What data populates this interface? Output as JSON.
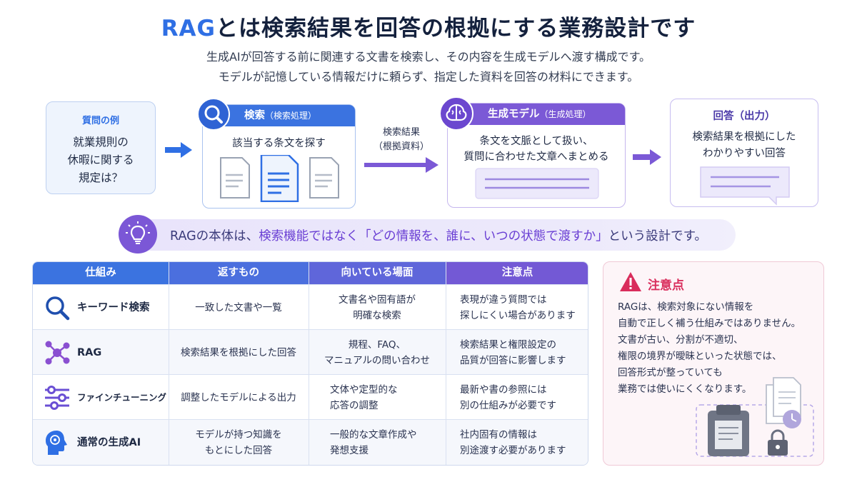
{
  "header": {
    "title_accent": "RAG",
    "title_rest": "とは検索結果を回答の根拠にする業務設計です",
    "subtitle_line1": "生成AIが回答する前に関連する文書を検索し、その内容を生成モデルへ渡す構成です。",
    "subtitle_line2": "モデルが記憶している情報だけに頼らず、指定した資料を回答の材料にできます。"
  },
  "flow": {
    "question": {
      "label": "質問の例",
      "lines": [
        "就業規則の",
        "休暇に関する",
        "規定は？"
      ]
    },
    "search": {
      "title": "検索",
      "title_note": "（検索処理）",
      "text": "該当する条文を探す"
    },
    "handoff": {
      "line1": "検索結果",
      "line2": "（根拠資料）"
    },
    "generation": {
      "title": "生成モデル",
      "title_note": "（生成処理）",
      "line1": "条文を文脈として扱い、",
      "line2": "質問に合わせた文章へまとめる"
    },
    "answer": {
      "title": "回答（出力）",
      "line1": "検索結果を根拠にした",
      "line2": "わかりやすい回答"
    }
  },
  "key_message": {
    "part1": "RAGの本体は、",
    "part2": "検索機能ではなく「どの情報を、誰に、いつの状態で渡すか」",
    "part3": "という設計です。"
  },
  "table": {
    "headers": [
      "仕組み",
      "返すもの",
      "向いている場面",
      "注意点"
    ],
    "rows": [
      {
        "name": "キーワード検索",
        "icon": "magnifier-icon",
        "returns": "一致した文書や一覧",
        "fit_1": "文書名や固有語が",
        "fit_2": "明確な検索",
        "caution_1": "表現が違う質問では",
        "caution_2": "探しにくい場合があります"
      },
      {
        "name": "RAG",
        "icon": "network-icon",
        "returns": "検索結果を根拠にした回答",
        "fit_1": "規程、FAQ、",
        "fit_2": "マニュアルの問い合わせ",
        "caution_1": "検索結果と権限設定の",
        "caution_2": "品質が回答に影響します"
      },
      {
        "name": "ファインチューニング",
        "icon": "sliders-icon",
        "returns": "調整したモデルによる出力",
        "fit_1": "文体や定型的な",
        "fit_2": "応答の調整",
        "caution_1": "最新や書の参照には",
        "caution_2": "別の仕組みが必要です"
      },
      {
        "name": "通常の生成AI",
        "icon": "head-brain-icon",
        "returns_1": "モデルが持つ知識を",
        "returns_2": "もとにした回答",
        "fit_1": "一般的な文章作成や",
        "fit_2": "発想支援",
        "caution_1": "社内固有の情報は",
        "caution_2": "別途渡す必要があります"
      }
    ]
  },
  "caution_panel": {
    "title": "注意点",
    "lines": [
      "RAGは、検索対象にない情報を",
      "自動で正しく補う仕組みではありません。",
      "文書が古い、分割が不適切、",
      "権限の境界が曖昧といった状態では、",
      "回答形式が整っていても",
      "業務では使いにくくなります。"
    ]
  },
  "colors": {
    "blue": "#3b73e0",
    "purple": "#7b59d6",
    "caution_red": "#d92d5c"
  }
}
